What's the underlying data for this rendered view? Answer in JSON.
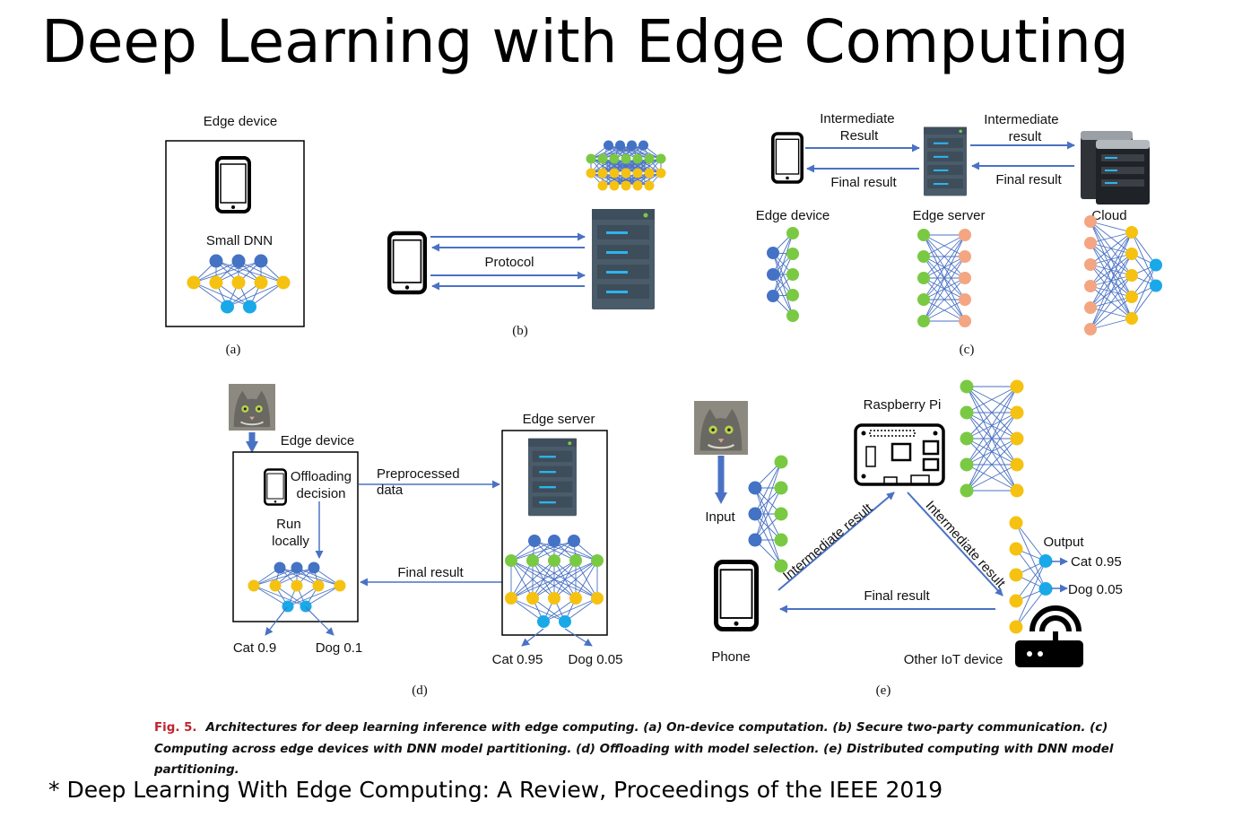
{
  "title": "Deep Learning with Edge Computing",
  "panels": {
    "a": {
      "edge_device": "Edge device",
      "small_dnn": "Small DNN",
      "sub": "(a)"
    },
    "b": {
      "protocol": "Protocol",
      "sub": "(b)"
    },
    "c": {
      "intermediate_result_left": [
        "Intermediate",
        "Result"
      ],
      "intermediate_result_right": [
        "Intermediate",
        "result"
      ],
      "final_result_left": "Final result",
      "final_result_right": "Final result",
      "edge_device": "Edge device",
      "edge_server": "Edge server",
      "cloud": "Cloud",
      "sub": "(c)"
    },
    "d": {
      "edge_device": "Edge device",
      "offloading": [
        "Offloading",
        "decision"
      ],
      "run_locally": [
        "Run",
        "locally"
      ],
      "preprocessed": [
        "Preprocessed",
        "data"
      ],
      "edge_server": "Edge server",
      "final_result": "Final result",
      "cat_local": "Cat 0.9",
      "dog_local": "Dog 0.1",
      "cat_server": "Cat 0.95",
      "dog_server": "Dog 0.05",
      "sub": "(d)"
    },
    "e": {
      "raspberry_pi": "Raspberry Pi",
      "input": "Input",
      "intermediate_left": "Intermediate result",
      "intermediate_right": "Intermediate result",
      "final_result": "Final result",
      "output": "Output",
      "cat": "Cat 0.95",
      "dog": "Dog 0.05",
      "phone": "Phone",
      "iot": "Other IoT device",
      "sub": "(e)"
    }
  },
  "caption": {
    "fig_label": "Fig. 5.",
    "text": "Architectures for deep learning inference with edge computing. (a) On-device computation. (b) Secure two-party communication. (c) Computing across edge devices with DNN model partitioning. (d) Offloading with model selection. (e) Distributed computing with DNN model partitioning."
  },
  "reference": "* Deep Learning With Edge Computing: A Review, Proceedings of the IEEE 2019",
  "colors": {
    "blue_node": "#4472c4",
    "yellow_node": "#f5c211",
    "cyan_node": "#19a9e8",
    "green_node": "#7ac943",
    "salmon_node": "#f4a582",
    "arrow": "#4a72c4",
    "server": "#4a5b6a",
    "fig_red": "#c0232e"
  }
}
